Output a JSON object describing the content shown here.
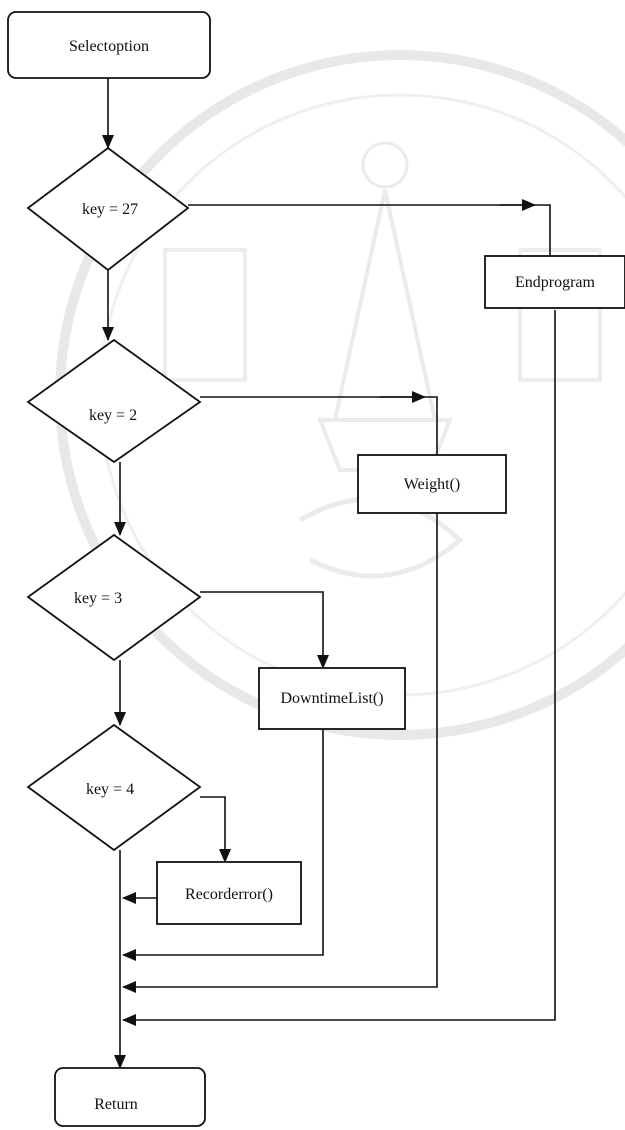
{
  "nodes": {
    "start": "Selectoption",
    "d1": "key = 27",
    "d2": "key = 2",
    "d3": "key = 3",
    "d4": "key = 4",
    "p_end": "Endprogram",
    "p_weight": "Weight()",
    "p_downtime": "DowntimeList()",
    "p_record": "Recorderror()",
    "end": "Return"
  },
  "colors": {
    "line": "#111111",
    "fill": "#ffffff",
    "watermark": "#d6d6d6"
  },
  "watermark_icon": "university-seal-icon"
}
